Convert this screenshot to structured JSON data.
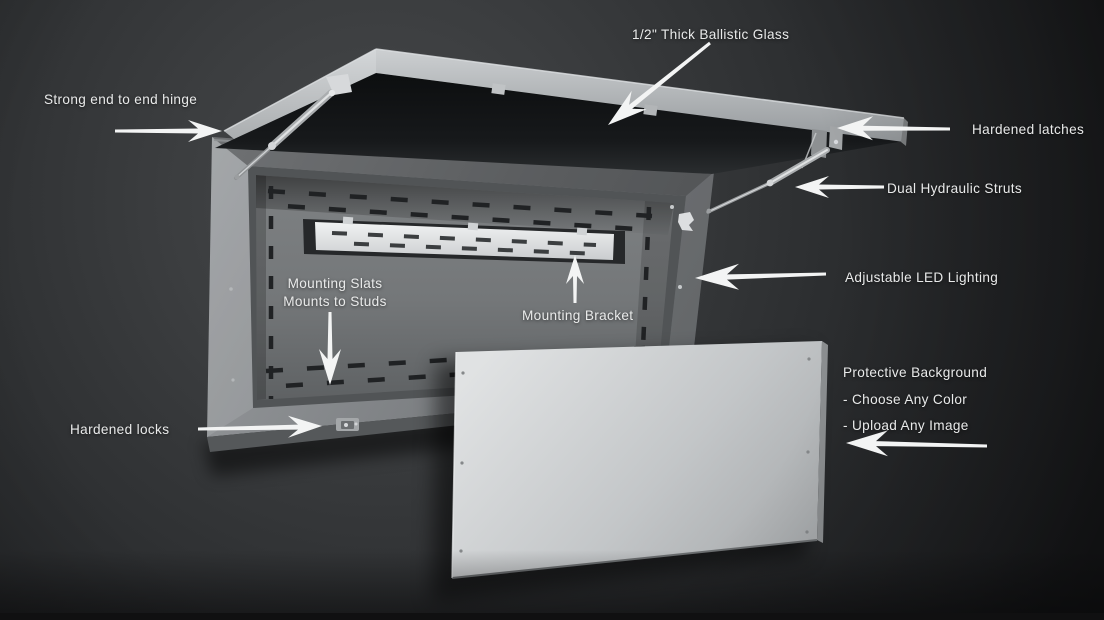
{
  "annotations": {
    "glass": {
      "label": "1/2\" Thick Ballistic Glass"
    },
    "hinge": {
      "label": "Strong end to end hinge"
    },
    "latches": {
      "label": "Hardened latches"
    },
    "struts": {
      "label": "Dual Hydraulic Struts"
    },
    "led": {
      "label": "Adjustable LED Lighting"
    },
    "slats": {
      "line1": "Mounting Slats",
      "line2": "Mounts to Studs"
    },
    "bracket": {
      "label": "Mounting Bracket"
    },
    "locks": {
      "label": "Hardened locks"
    },
    "protective_background": {
      "title": "Protective Background",
      "bullet1": "- Choose Any Color",
      "bullet2": "- Upload Any Image"
    }
  },
  "colors": {
    "wall": "#3a3c3e",
    "metal_light": "#b9bcbe",
    "metal_mid": "#8e9193",
    "glass": "#101214",
    "interior_panel": "#77797b",
    "mounting_bracket": "#e8eaeb",
    "protective_panel": "#cfd2d4",
    "label_text": "#e9eaea",
    "arrow": "#f3f4f4"
  }
}
